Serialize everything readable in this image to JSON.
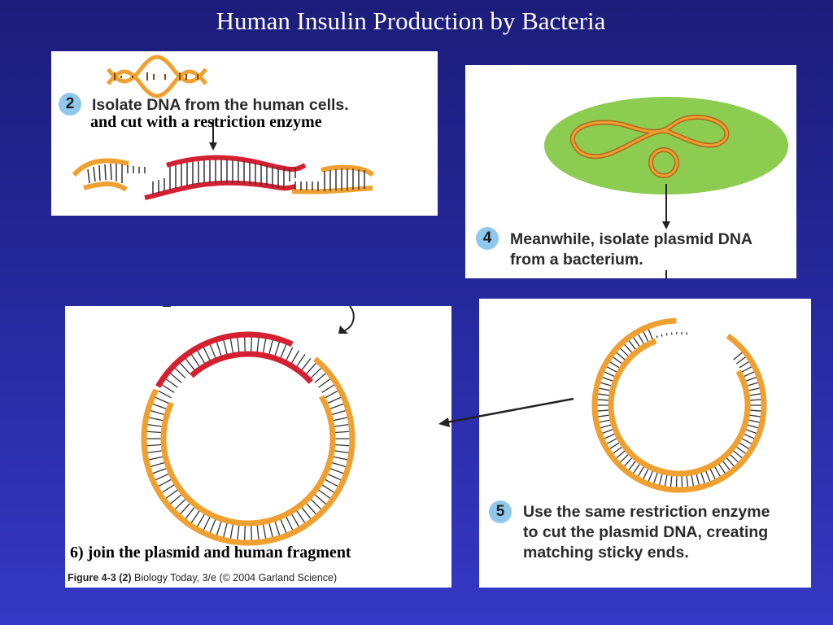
{
  "slide": {
    "title": "Human Insulin Production by Bacteria"
  },
  "panels": {
    "step2": {
      "number": "2",
      "text": "Isolate DNA from the human cells.",
      "note": "and cut with a restriction enzyme"
    },
    "step4": {
      "number": "4",
      "text": "Meanwhile, isolate plasmid DNA\nfrom a bacterium."
    },
    "step6": {
      "note": "6) join the plasmid and human fragment",
      "caption_figure": "Figure 4-3 (2)",
      "caption_rest": "Biology Today, 3/e (© 2004 Garland Science)"
    },
    "step5": {
      "number": "5",
      "text": "Use the same restriction enzyme\nto cut the plasmid DNA, creating\nmatching sticky ends."
    }
  },
  "colors": {
    "background": "#25289a",
    "dna_orange": "#f0a030",
    "dna_red": "#d42030",
    "bacterium_green": "#8ccc50",
    "badge_blue": "#8fc8ec"
  }
}
